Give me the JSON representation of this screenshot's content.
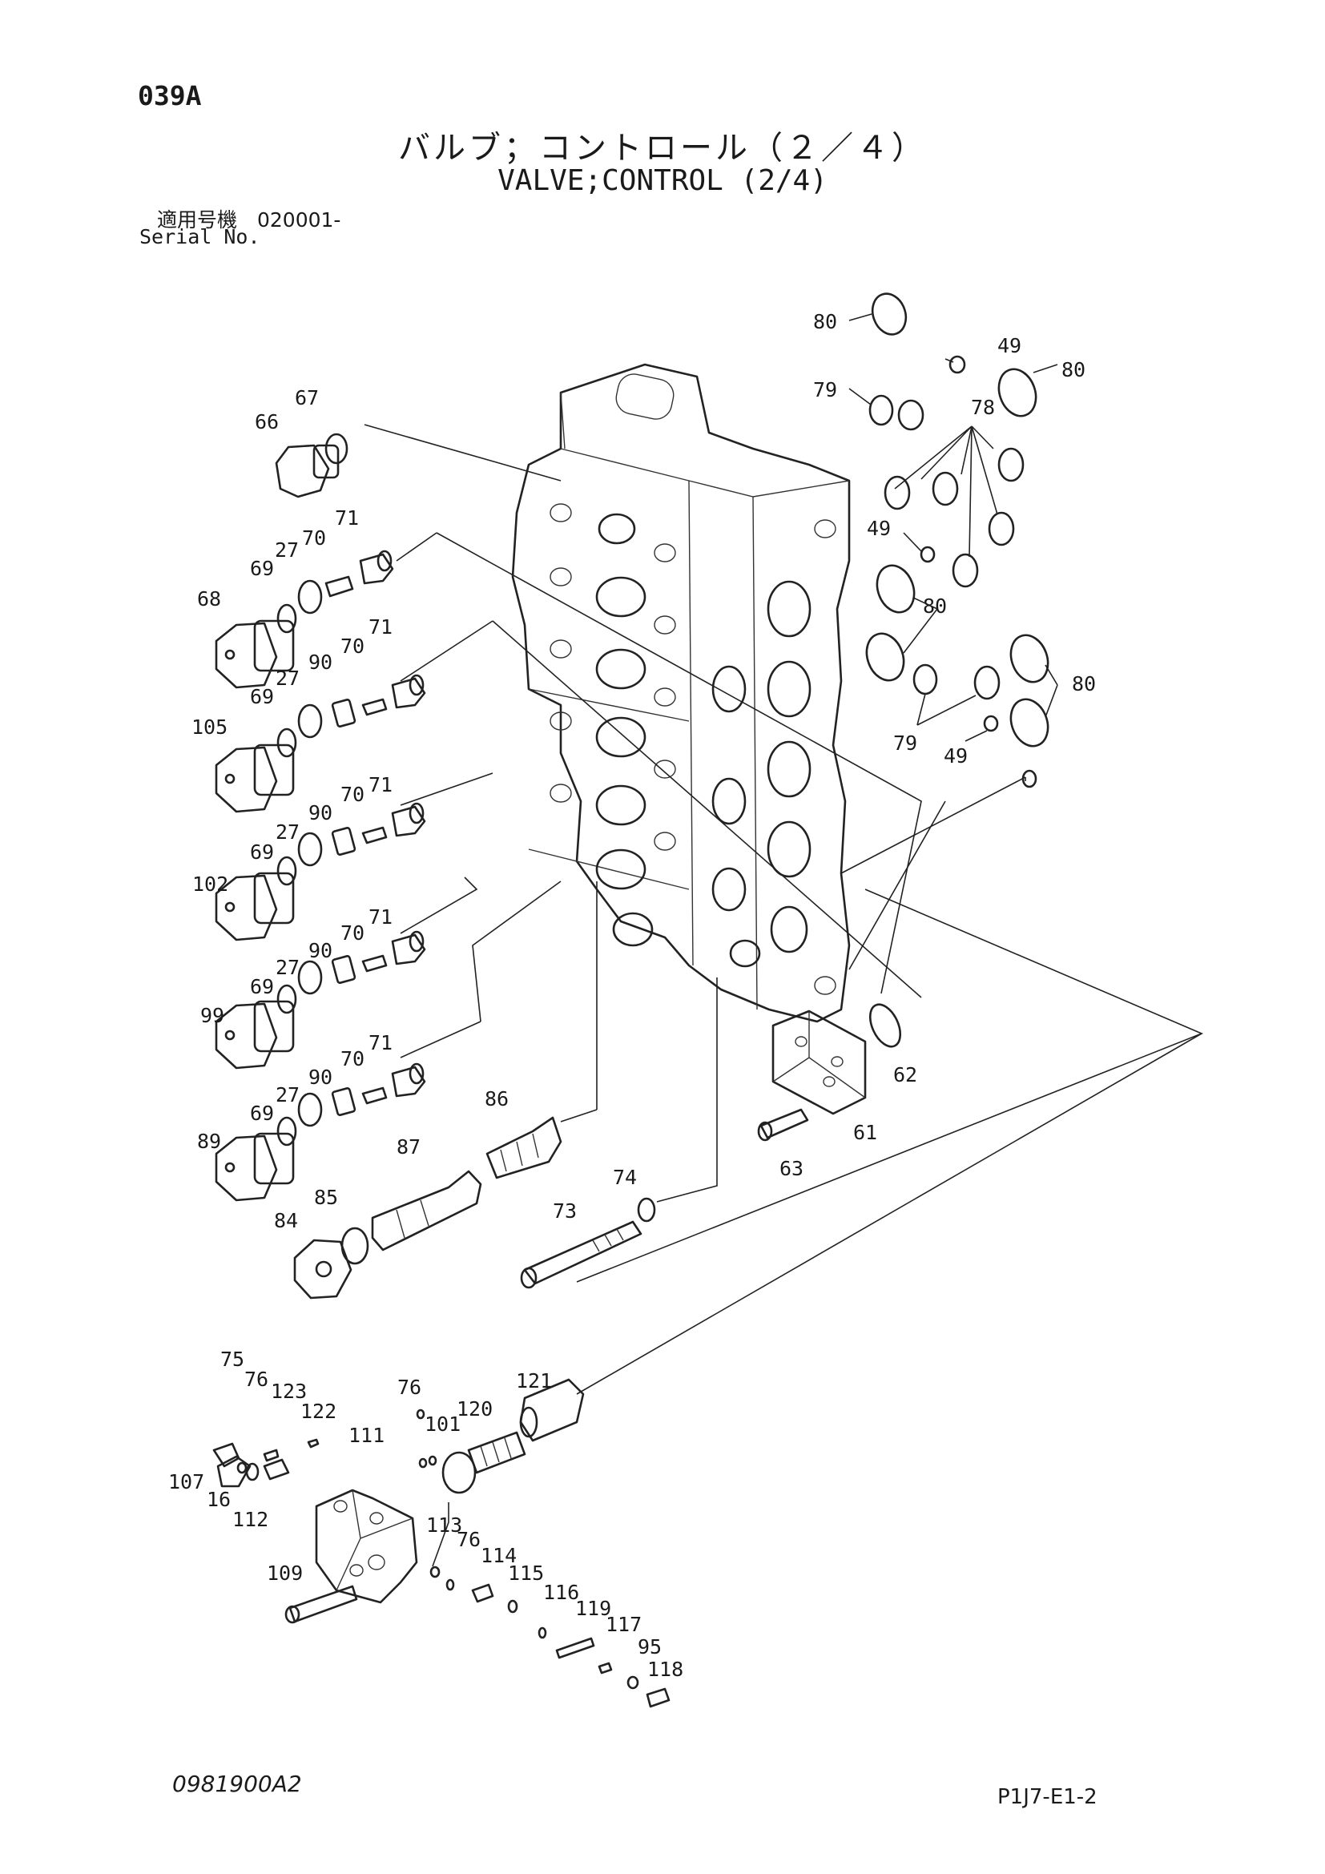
{
  "header": {
    "page_code": "039A",
    "title_jp": "バルブ；コントロール（２／４）",
    "title_en": "VALVE;CONTROL (2/4)",
    "serial_label_jp": "適用号機　020001-",
    "serial_label_en": "Serial No."
  },
  "footer": {
    "drawing_no": "0981900A2",
    "sheet_no": "P1J7-E1-2"
  },
  "callouts": [
    "80",
    "49",
    "80",
    "79",
    "78",
    "49",
    "80",
    "80",
    "79",
    "49",
    "67",
    "66",
    "71",
    "70",
    "27",
    "69",
    "68",
    "71",
    "70",
    "90",
    "27",
    "69",
    "105",
    "71",
    "70",
    "90",
    "27",
    "69",
    "102",
    "71",
    "70",
    "90",
    "27",
    "69",
    "99",
    "71",
    "70",
    "90",
    "27",
    "69",
    "89",
    "86",
    "87",
    "85",
    "84",
    "74",
    "73",
    "62",
    "61",
    "63",
    "75",
    "76",
    "123",
    "122",
    "111",
    "76",
    "101",
    "120",
    "121",
    "107",
    "16",
    "112",
    "113",
    "76",
    "114",
    "115",
    "116",
    "119",
    "117",
    "95",
    "118",
    "109"
  ]
}
